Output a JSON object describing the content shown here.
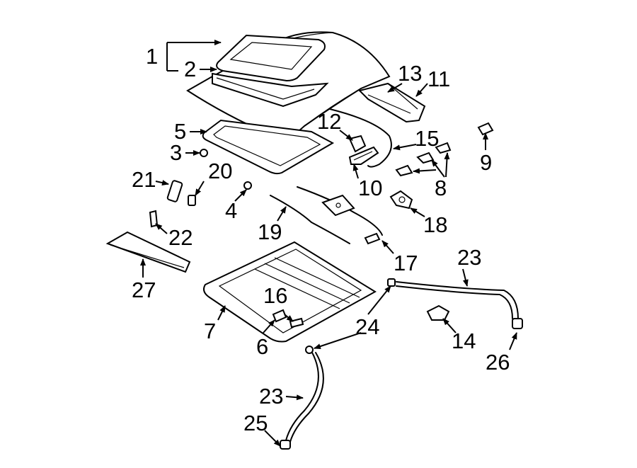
{
  "diagram": {
    "callouts": {
      "c1": "1",
      "c2": "2",
      "c3": "3",
      "c4": "4",
      "c5": "5",
      "c6": "6",
      "c7": "7",
      "c8": "8",
      "c9": "9",
      "c10": "10",
      "c11": "11",
      "c12": "12",
      "c13": "13",
      "c14": "14",
      "c15": "15",
      "c16": "16",
      "c17": "17",
      "c18": "18",
      "c19": "19",
      "c20": "20",
      "c21": "21",
      "c22": "22",
      "c23a": "23",
      "c23b": "23",
      "c24": "24",
      "c25": "25",
      "c26": "26",
      "c27": "27"
    },
    "colors": {
      "line": "#000000",
      "background": "#ffffff"
    }
  }
}
